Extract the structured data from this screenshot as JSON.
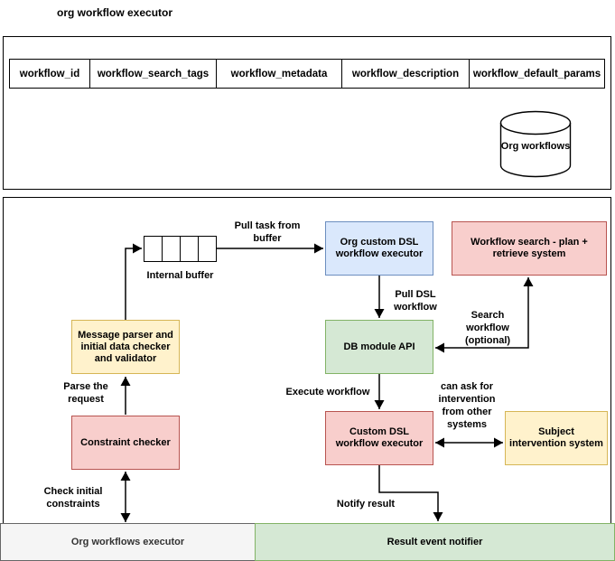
{
  "title": "org workflow executor",
  "palette": {
    "blue_fill": "#dae8fc",
    "blue_border": "#6c8ebf",
    "red_fill": "#f8cecc",
    "red_border": "#b85450",
    "green_fill": "#d5e8d4",
    "green_border": "#82b366",
    "yellow_fill": "#fff2cc",
    "yellow_border": "#d6b656",
    "gray_fill": "#f5f5f5",
    "gray_border": "#666666",
    "line_color": "#000000"
  },
  "schema_table": {
    "columns": [
      "workflow_id",
      "workflow_search_tags",
      "workflow_metadata",
      "workflow_description",
      "workflow_default_params"
    ]
  },
  "database": {
    "label": "Org workflows"
  },
  "nodes": {
    "internal_buffer_label": "Internal buffer",
    "org_custom_dsl_executor": "Org custom DSL workflow executor",
    "workflow_search_system": "Workflow search - plan + retrieve system",
    "db_module_api": "DB module API",
    "message_parser": "Message parser and initial data checker and validator",
    "constraint_checker": "Constraint checker",
    "custom_dsl_executor": "Custom DSL workflow executor",
    "subject_intervention_system": "Subject intervention system"
  },
  "edges": {
    "pull_task": "Pull task from buffer",
    "pull_dsl": "Pull DSL workflow",
    "search_workflow": "Search workflow (optional)",
    "execute_workflow": "Execute workflow",
    "can_ask": "can ask for intervention from other systems",
    "parse_request": "Parse the request",
    "check_constraints": "Check initial constraints",
    "notify_result": "Notify result"
  },
  "lanes": {
    "executor": "Org workflows executor",
    "notifier": "Result event notifier"
  }
}
